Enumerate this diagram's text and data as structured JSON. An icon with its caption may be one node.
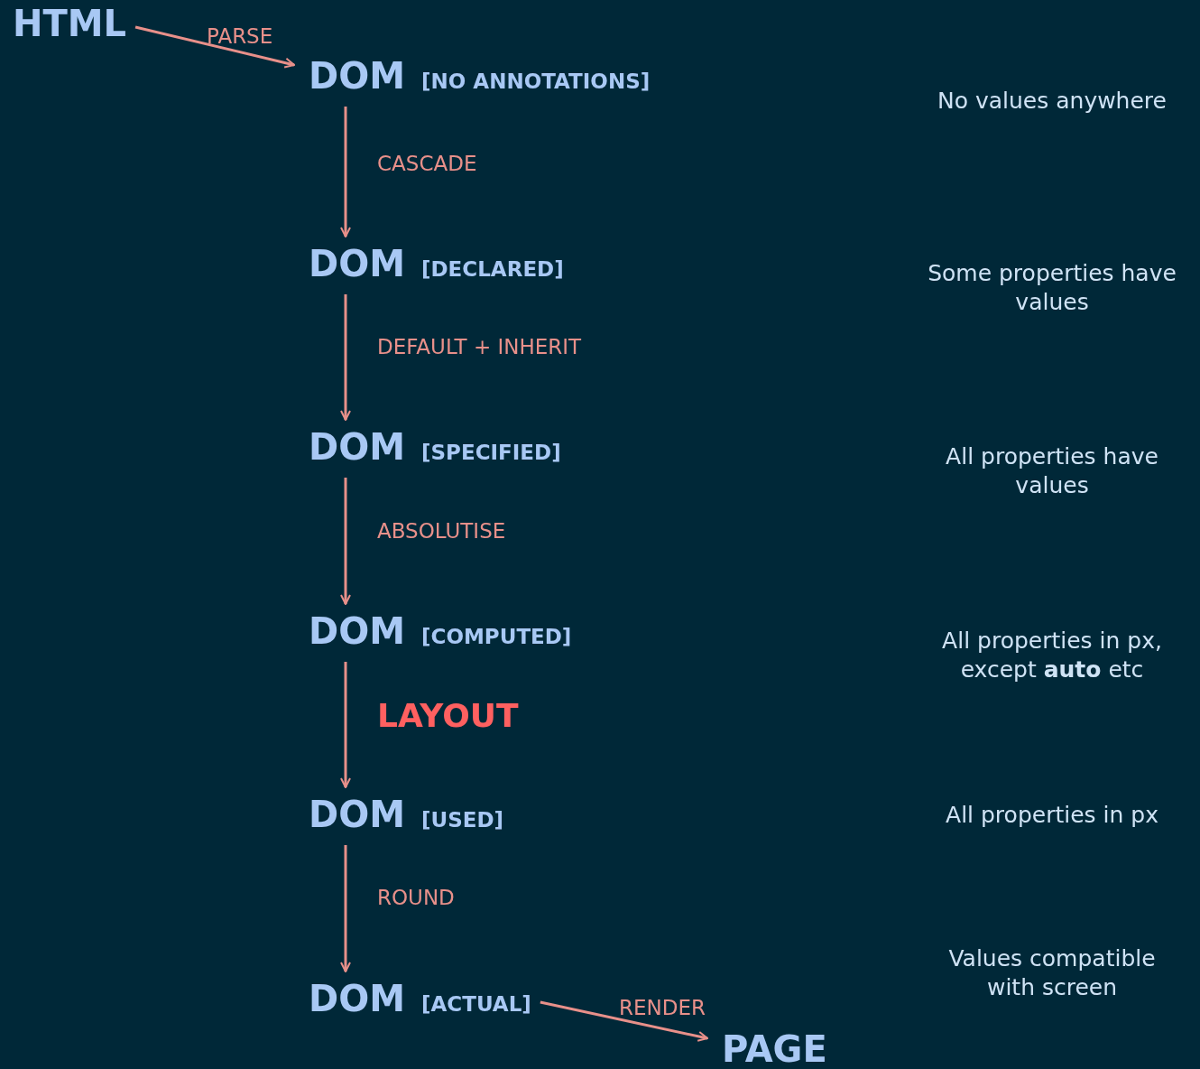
{
  "diagram": {
    "nodes": [
      {
        "text": [
          "HTML"
        ]
      },
      {
        "text": [
          "DOM",
          "[NO ANNOTATIONS]"
        ]
      },
      {
        "text": [
          "DOM",
          "[DECLARED]"
        ]
      },
      {
        "text": [
          "DOM",
          "[SPECIFIED]"
        ]
      },
      {
        "text": [
          "DOM",
          "[COMPUTED]"
        ]
      },
      {
        "text": [
          "DOM",
          "[USED]"
        ]
      },
      {
        "text": [
          "DOM",
          "[ACTUAL]"
        ]
      },
      {
        "text": [
          "PAGE"
        ]
      }
    ],
    "edges": [
      {
        "from": 0,
        "to": 1,
        "arrow": "to",
        "label": "PARSE"
      },
      {
        "from": 1,
        "to": 2,
        "arrow": "to",
        "label": "CASCADE"
      },
      {
        "from": 2,
        "to": 3,
        "arrow": "to",
        "label": "DEFAULT + INHERIT"
      },
      {
        "from": 3,
        "to": 4,
        "arrow": "to",
        "label": "ABSOLUTISE"
      },
      {
        "from": 4,
        "to": 5,
        "arrow": "to",
        "label": "LAYOUT"
      },
      {
        "from": 5,
        "to": 6,
        "arrow": "to",
        "label": "ROUND"
      },
      {
        "from": 6,
        "to": 7,
        "arrow": "to",
        "label": "RENDER"
      }
    ],
    "labels": [
      "No values anywhere",
      "Some properties have values",
      "All properties have values",
      "All properties in px, except **auto** etc",
      "All properties in px",
      "Values compatible with screen"
    ]
  }
}
